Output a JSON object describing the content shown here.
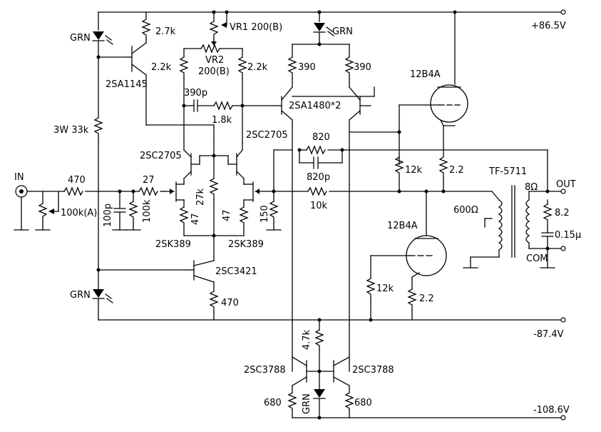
{
  "rails": {
    "pos": "+86.5V",
    "neg": "-87.4V",
    "neg2": "-108.6V"
  },
  "labels": {
    "input": "IN",
    "output": "OUT",
    "com": "COM",
    "transformer": "TF-5711",
    "ohm8": "8Ω",
    "ohm600": "600Ω"
  },
  "leds": {
    "top_left": "GRN",
    "top_mid": "GRN",
    "bottom_left": "GRN",
    "bottom_mid": "GRN"
  },
  "resistors": {
    "r_27k_top": "2.7k",
    "vr1": "VR1 200(B)",
    "vr2_name": "VR2",
    "vr2_val": "200(B)",
    "r_22k_left": "2.2k",
    "r_22k_right": "2.2k",
    "r_390_left": "390",
    "r_390_right": "390",
    "r_18k": "1.8k",
    "r_3w33k": "3W 33k",
    "r_820": "820",
    "r_470_in": "470",
    "r_100k_a": "100k(A)",
    "r_27": "27",
    "r_100k": "100k",
    "r_27k": "27k",
    "r_47_left": "47",
    "r_47_right": "47",
    "r_150": "150",
    "r_10k": "10k",
    "r_12k_top": "12k",
    "r_22_top": "2.2",
    "r_12k_bot": "12k",
    "r_22_bot": "2.2",
    "r_470_bot": "470",
    "r_47k": "4.7k",
    "r_680_left": "680",
    "r_680_right": "680",
    "r_82": "8.2"
  },
  "capacitors": {
    "c_390p": "390p",
    "c_820p": "820p",
    "c_100p": "100p",
    "c_015": "0.15μ"
  },
  "semis": {
    "q_2sa1145": "2SA1145",
    "q_2sa1480": "2SA1480*2",
    "q_2sc2705_left": "2SC2705",
    "q_2sc2705_right": "2SC2705",
    "q_2sk389_left": "2SK389",
    "q_2sk389_right": "2SK389",
    "q_2sc3421": "2SC3421",
    "q_2sc3788_left": "2SC3788",
    "q_2sc3788_right": "2SC3788",
    "tube_top": "12B4A",
    "tube_bot": "12B4A"
  }
}
